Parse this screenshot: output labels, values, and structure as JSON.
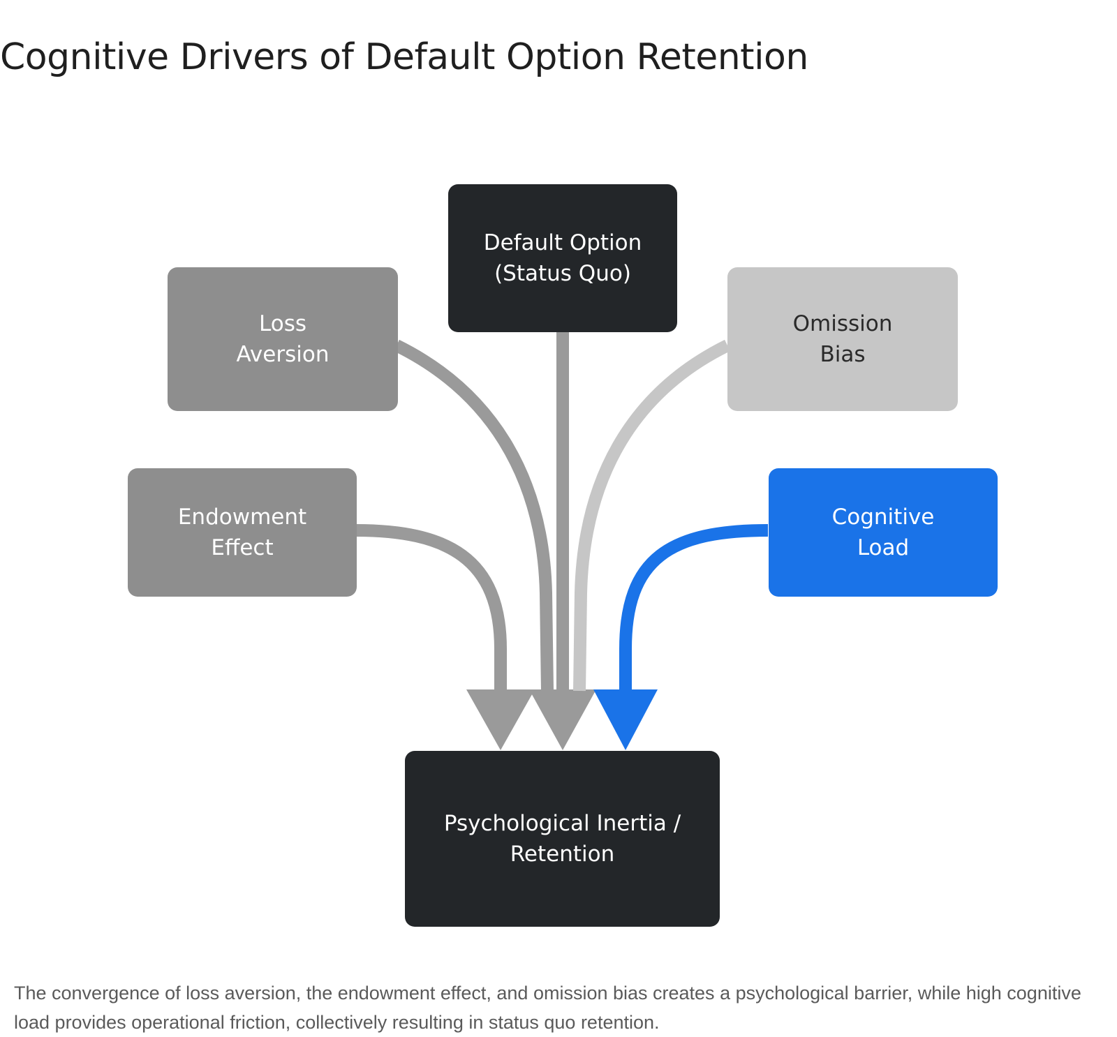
{
  "title": "Cognitive Drivers of Default Option Retention",
  "nodes": {
    "default_option": {
      "lines": [
        "Default Option",
        "(Status Quo)"
      ],
      "color": "#232629",
      "text_color": "#ffffff"
    },
    "loss_aversion": {
      "lines": [
        "Loss",
        "Aversion"
      ],
      "color": "#8e8e8e",
      "text_color": "#ffffff"
    },
    "omission_bias": {
      "lines": [
        "Omission",
        "Bias"
      ],
      "color": "#c6c6c6",
      "text_color": "#2a2a2a"
    },
    "endowment_effect": {
      "lines": [
        "Endowment",
        "Effect"
      ],
      "color": "#8e8e8e",
      "text_color": "#ffffff"
    },
    "cognitive_load": {
      "lines": [
        "Cognitive",
        "Load"
      ],
      "color": "#1a73e8",
      "text_color": "#ffffff"
    },
    "retention": {
      "lines": [
        "Psychological Inertia /",
        "Retention"
      ],
      "color": "#232629",
      "text_color": "#ffffff"
    }
  },
  "edges": [
    {
      "from": "endowment_effect",
      "to": "retention",
      "color": "#9a9a9a"
    },
    {
      "from": "loss_aversion",
      "to": "retention",
      "color": "#9a9a9a"
    },
    {
      "from": "default_option",
      "to": "retention",
      "color": "#9a9a9a"
    },
    {
      "from": "omission_bias",
      "to": "retention",
      "color": "#c6c6c6"
    },
    {
      "from": "cognitive_load",
      "to": "retention",
      "color": "#1a73e8"
    }
  ],
  "caption": "The convergence of loss aversion, the endowment effect, and omission bias creates a psychological barrier, while high cognitive load provides operational friction, collectively resulting in status quo retention."
}
